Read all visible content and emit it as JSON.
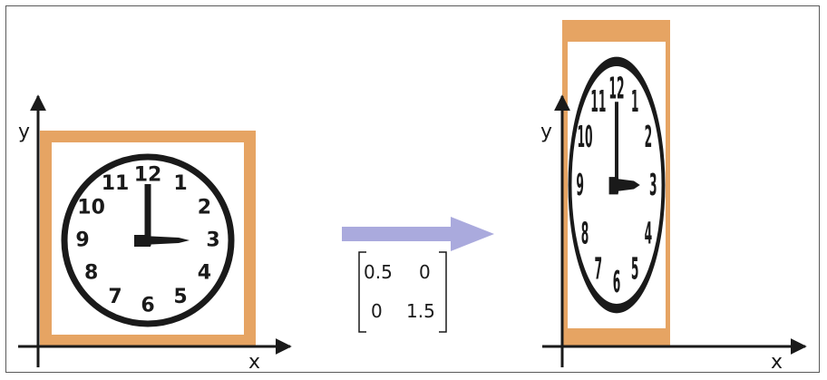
{
  "colors": {
    "frame_border": "#5a5a5a",
    "picture_frame": "#e6a463",
    "clock_ink": "#1a1a1a",
    "arrow": "#aaaadd",
    "axis": "#1a1a1a"
  },
  "left_panel": {
    "x_axis_label": "x",
    "y_axis_label": "y"
  },
  "right_panel": {
    "x_axis_label": "x",
    "y_axis_label": "y"
  },
  "clock": {
    "numerals": [
      "12",
      "1",
      "2",
      "3",
      "4",
      "5",
      "6",
      "7",
      "8",
      "9",
      "10",
      "11"
    ],
    "time_shown": "3:00"
  },
  "transform": {
    "arrow_icon": "right-arrow-icon",
    "matrix": [
      [
        "0.5",
        "0"
      ],
      [
        "0",
        "1.5"
      ]
    ],
    "scale_x": 0.5,
    "scale_y": 1.5
  }
}
